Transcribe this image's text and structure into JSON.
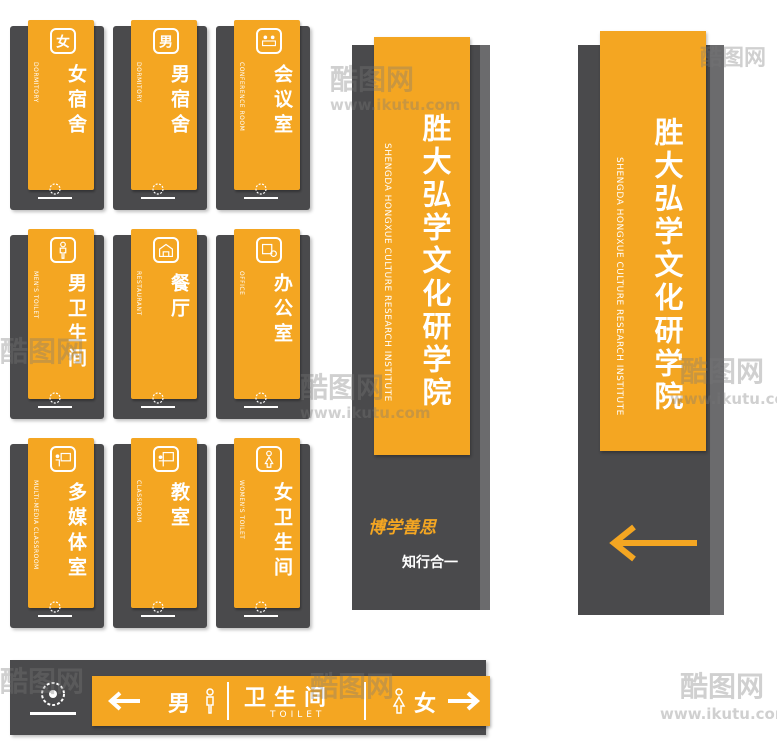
{
  "small_signs": [
    {
      "cn": "女宿舍",
      "en": "DORMITORY",
      "icon": "female-icon"
    },
    {
      "cn": "男宿舍",
      "en": "DORMITORY",
      "icon": "male-icon"
    },
    {
      "cn": "会议室",
      "en": "CONFERENCE ROOM",
      "icon": "conference-icon"
    },
    {
      "cn": "男卫生间",
      "en": "MEN'S TOILET",
      "icon": "man-figure-icon"
    },
    {
      "cn": "餐厅",
      "en": "RESTAURANT",
      "icon": "restaurant-icon"
    },
    {
      "cn": "办公室",
      "en": "OFFICE",
      "icon": "office-icon"
    },
    {
      "cn": "多媒体室",
      "en": "MULTI-MEDIA CLASSROOM",
      "icon": "presenter-icon"
    },
    {
      "cn": "教室",
      "en": "CLASSROOM",
      "icon": "teacher-icon"
    },
    {
      "cn": "女卫生间",
      "en": "WOMEN'S TOILET",
      "icon": "woman-figure-icon"
    }
  ],
  "institute": {
    "cn": "胜大弘学文化研学院",
    "en": "SHENGDA HONGXUE CULTURE RESEARCH INSTITUTE",
    "motto1": "博学善思",
    "motto2": "知行合一"
  },
  "toilet_sign": {
    "men": "男",
    "women": "女",
    "center": "卫生间",
    "center_en": "TOILET"
  },
  "watermark": {
    "text": "酷图网",
    "url": "www.ikutu.com"
  },
  "colors": {
    "orange": "#f4a622",
    "dark": "#4a4a4c",
    "white": "#ffffff"
  }
}
